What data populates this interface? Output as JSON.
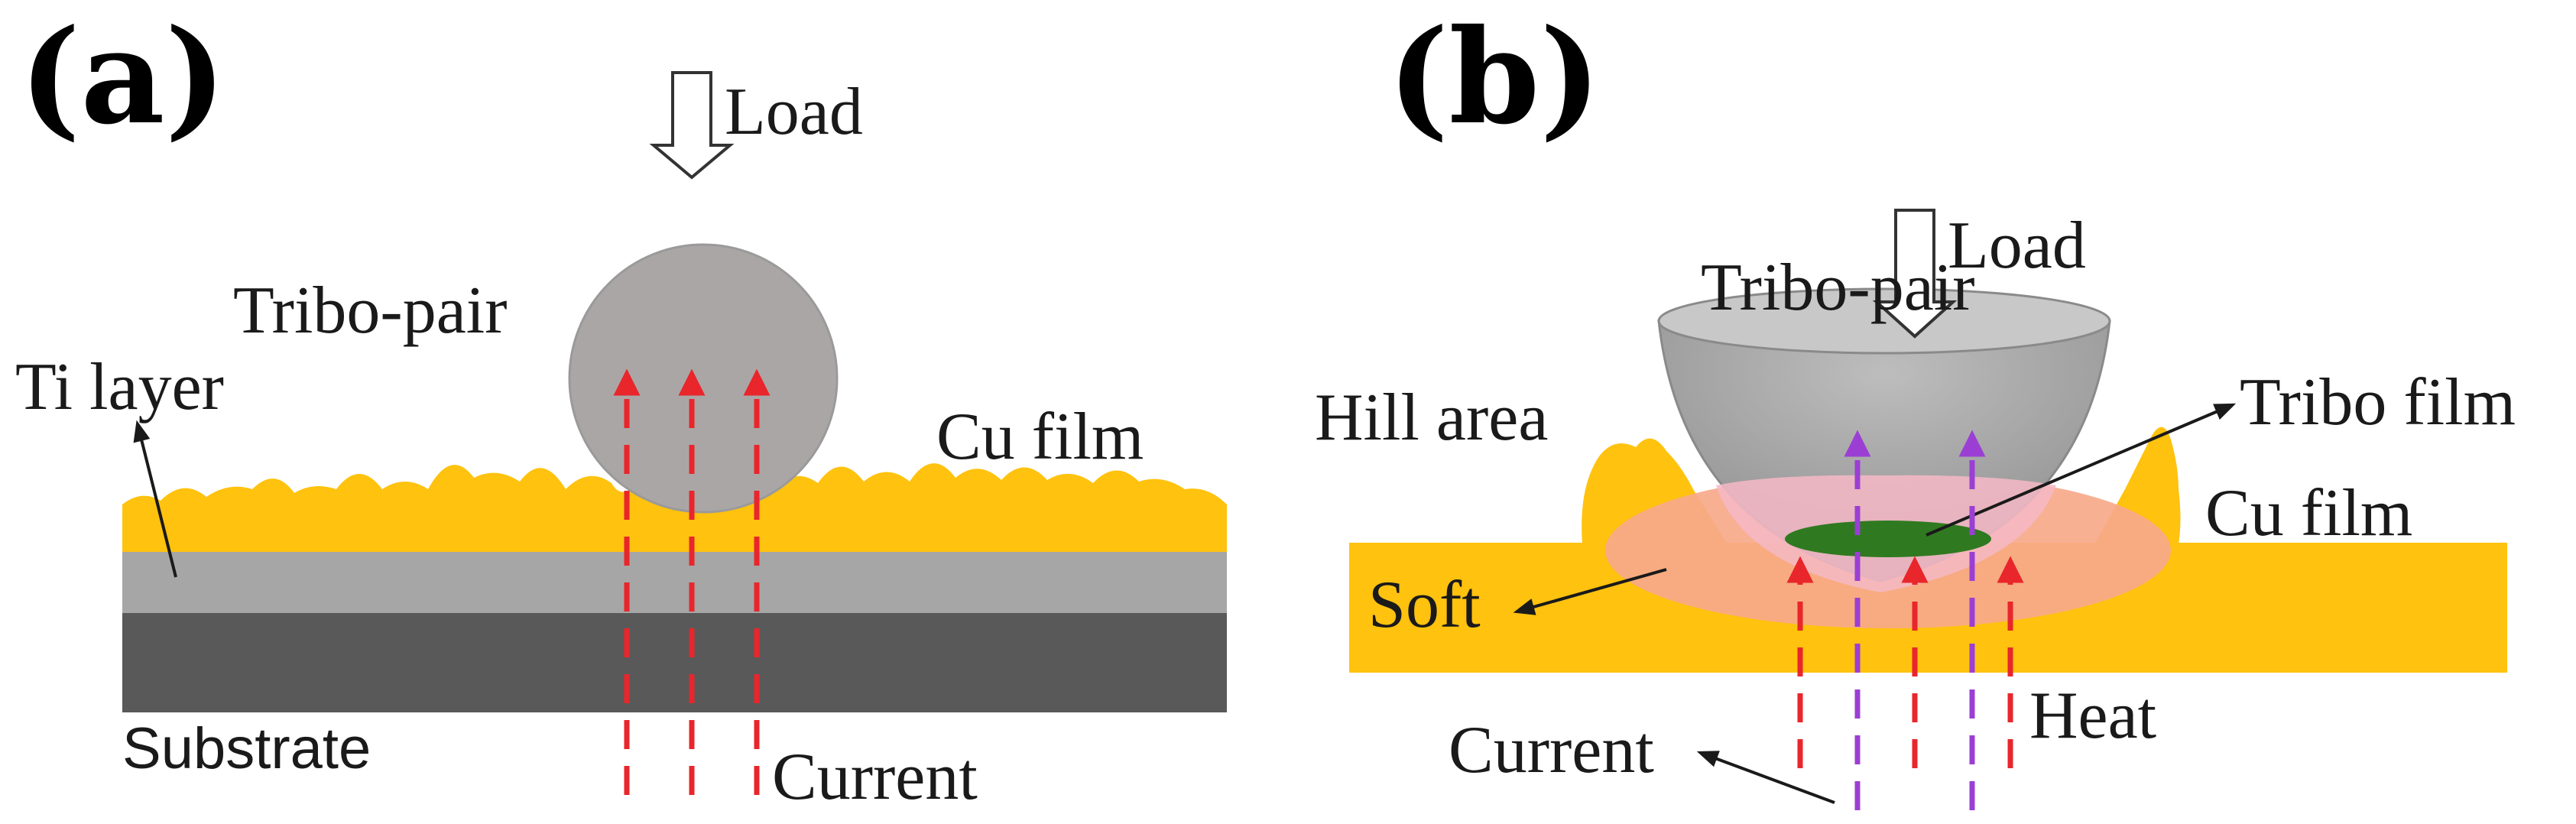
{
  "panel_a": {
    "label": "(a)",
    "load": "Load",
    "tribo_pair": "Tribo-pair",
    "ti_layer": "Ti layer",
    "cu_film": "Cu film",
    "substrate": "Substrate",
    "current": "Current"
  },
  "panel_b": {
    "label": "(b)",
    "load": "Load",
    "tribo_pair": "Tribo-pair",
    "hill_area": "Hill area",
    "tribo_film": "Tribo film",
    "cu_film": "Cu film",
    "soft": "Soft",
    "current": "Current",
    "heat": "Heat"
  },
  "colors": {
    "cu": "#FFC20E",
    "ti": "#A6A6A6",
    "substrate": "#595959",
    "ball": "#ABA6A6",
    "current_arrow": "#E8262B",
    "heat_arrow": "#9B3FD4",
    "soft_zone": "#F7A98A",
    "tribo_film": "#2F7A20"
  }
}
